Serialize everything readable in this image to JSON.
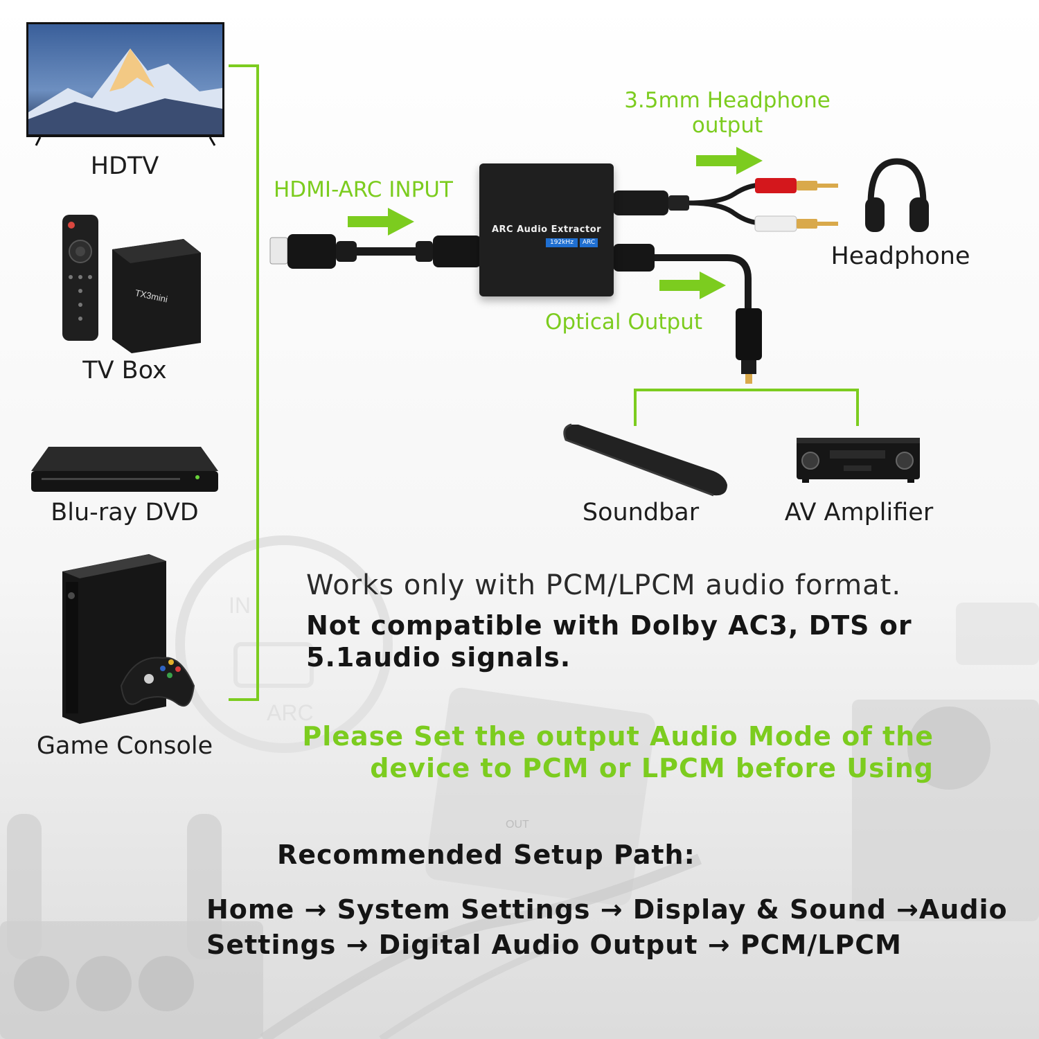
{
  "devices": {
    "hdtv": "HDTV",
    "tv_box": "TV Box",
    "bluray": "Blu-ray DVD",
    "console": "Game Console",
    "tv_box_brand": "TX3mini"
  },
  "extractor": {
    "name": "ARC Audio Extractor",
    "badge_freq": "192kHz",
    "badge_arc": "ARC"
  },
  "connections": {
    "hdmi_input": "HDMI-ARC INPUT",
    "headphone_output_line1": "3.5mm Headphone",
    "headphone_output_line2": "output",
    "optical_output": "Optical Output",
    "headphone": "Headphone",
    "soundbar": "Soundbar",
    "av_amplifier": "AV Amplifier"
  },
  "notes": {
    "pcm_only": "Works only with PCM/LPCM audio format.",
    "incompatible_line1": "Not compatible with Dolby AC3, DTS or",
    "incompatible_line2": "5.1audio signals.",
    "set_mode_line1": "Please Set the output Audio Mode of the",
    "set_mode_line2": "device to PCM or LPCM before Using"
  },
  "setup": {
    "title": "Recommended Setup Path:",
    "path_line1": "Home → System Settings → Display & Sound →Audio",
    "path_line2": "Settings → Digital Audio Output → PCM/LPCM"
  },
  "background": {
    "label_in": "IN",
    "label_arc": "ARC",
    "label_out": "OUT"
  },
  "colors": {
    "accent_green": "#7ccc1f",
    "device_black": "#1b1b1b"
  }
}
